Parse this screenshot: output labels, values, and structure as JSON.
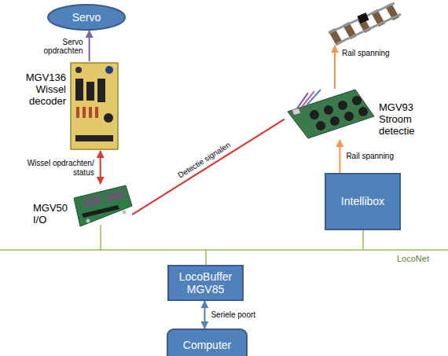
{
  "diagram": {
    "nodes": [
      {
        "text": [
          "Servo"
        ]
      },
      {
        "text": [
          "MGV136 Wissel decoder"
        ]
      },
      {
        "text": [
          "MGV50 I/O"
        ]
      },
      {
        "text": [
          "MGV93 Stroom detectie"
        ]
      },
      {
        "text": [
          "Intellibox"
        ]
      },
      {
        "text": [
          "LocoBuffer MGV85"
        ]
      },
      {
        "text": [
          "Computer"
        ]
      }
    ],
    "edges": [
      {
        "from": 1,
        "to": 0,
        "arrow": "to",
        "label": "Servo opdrachten"
      },
      {
        "from": 2,
        "to": 1,
        "arrow": "both",
        "label": "Wissel opdrachten/ status"
      },
      {
        "from": 3,
        "to": 2,
        "arrow": "none",
        "label": "Detectie signalen"
      },
      {
        "from": 4,
        "to": 3,
        "arrow": "to",
        "label": "Rail spanning"
      },
      {
        "from": 6,
        "to": 5,
        "arrow": "both",
        "label": "Seriele poort"
      }
    ],
    "labels": [
      "Rail spanning",
      "LocoNet"
    ]
  }
}
